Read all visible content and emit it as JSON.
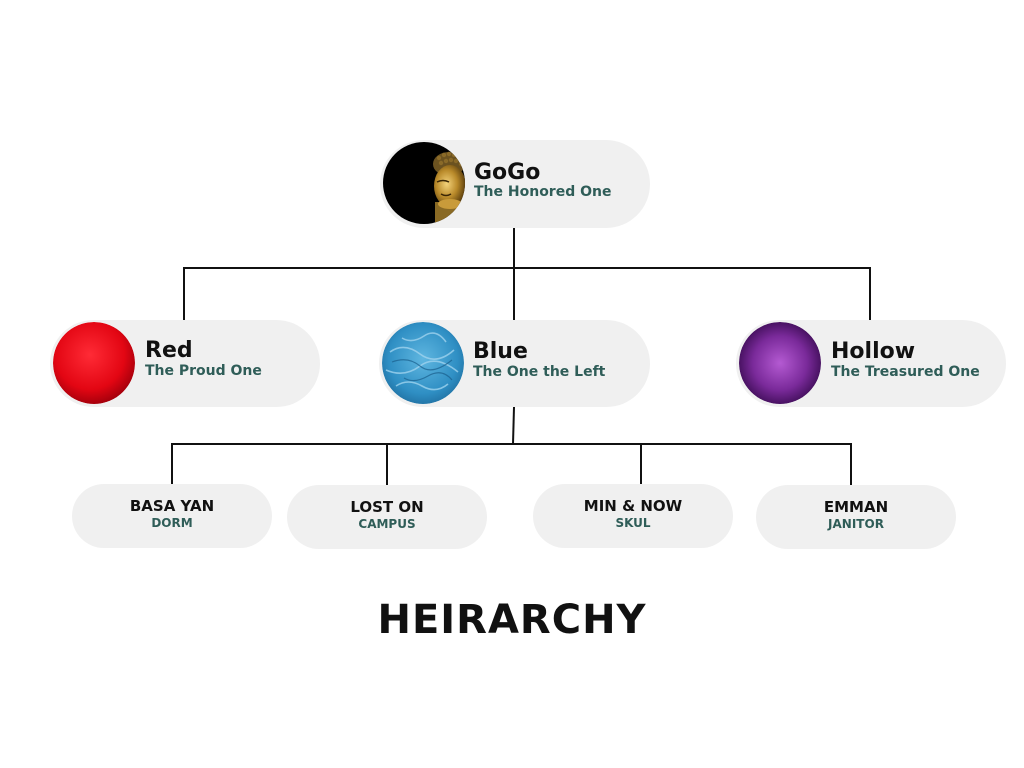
{
  "title": "HEIRARCHY",
  "root": {
    "name": "GoGo",
    "role": "The Honored One",
    "avatar_icon": "golden-buddha-head"
  },
  "middle": [
    {
      "name": "Red",
      "role": "The Proud One",
      "avatar_icon": "red-orb",
      "color": "#e30613"
    },
    {
      "name": "Blue",
      "role": "The One the Left",
      "avatar_icon": "blue-marble-orb",
      "color": "#2f8fc4"
    },
    {
      "name": "Hollow",
      "role": "The Treasured One",
      "avatar_icon": "purple-orb",
      "color": "#7a2a9a"
    }
  ],
  "leaves": [
    {
      "name": "BASA YAN",
      "sub": "DORM"
    },
    {
      "name": "LOST ON",
      "sub": "CAMPUS"
    },
    {
      "name": "MIN & NOW",
      "sub": "SKUL"
    },
    {
      "name": "EMMAN",
      "sub": "JANITOR"
    }
  ],
  "colors": {
    "pill_background": "#f0f0f0",
    "name_text": "#111111",
    "role_text": "#2f5d58",
    "connector": "#111111"
  }
}
